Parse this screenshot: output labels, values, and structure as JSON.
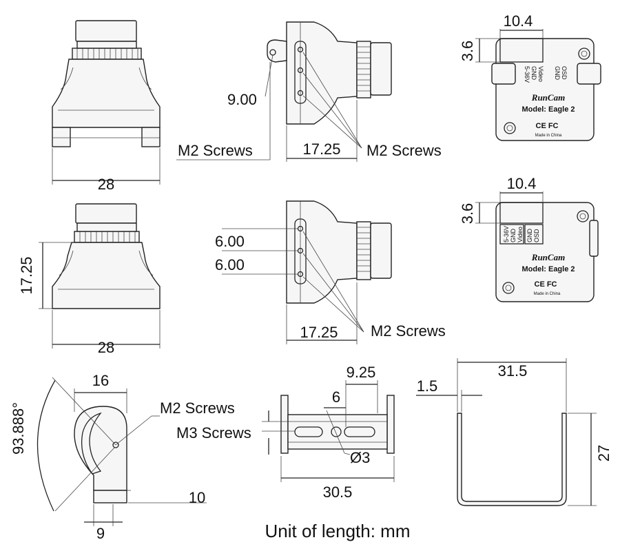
{
  "views": {
    "front_top": {
      "width": "28"
    },
    "front_bottom": {
      "height": "17.25",
      "width": "28"
    },
    "side_top": {
      "hole_dim": "9.00",
      "screws_left": "M2 Screws",
      "depth": "17.25",
      "screws_right": "M2 Screws"
    },
    "side_bottom": {
      "spacing_1": "6.00",
      "spacing_2": "6.00",
      "depth": "17.25",
      "screws": "M2 Screws"
    },
    "back_top": {
      "label_width": "10.4",
      "label_height": "3.6"
    },
    "back_bottom": {
      "label_width": "10.4",
      "label_height": "3.6"
    },
    "bracket_side": {
      "angle": "93.888°",
      "width": "16",
      "screws": "M2 Screws",
      "height": "10",
      "foot": "9"
    },
    "bracket_flat": {
      "hole_spacing": "9.25",
      "slot_offset": "6",
      "screws": "M3 Screws",
      "hole_diameter": "Ø3",
      "length": "30.5"
    },
    "bracket_u": {
      "thickness": "1.5",
      "width": "31.5",
      "height": "27"
    }
  },
  "back_label": {
    "brand": "RunCam",
    "model": "Model: Eagle 2",
    "pins_col1": [
      "5-36V",
      "GND",
      "Video"
    ],
    "pins_col2": [
      "GND",
      "OSD"
    ],
    "cert": "CE FC",
    "made_in": "Made in China"
  },
  "footer": {
    "unit_note": "Unit of length: mm"
  }
}
